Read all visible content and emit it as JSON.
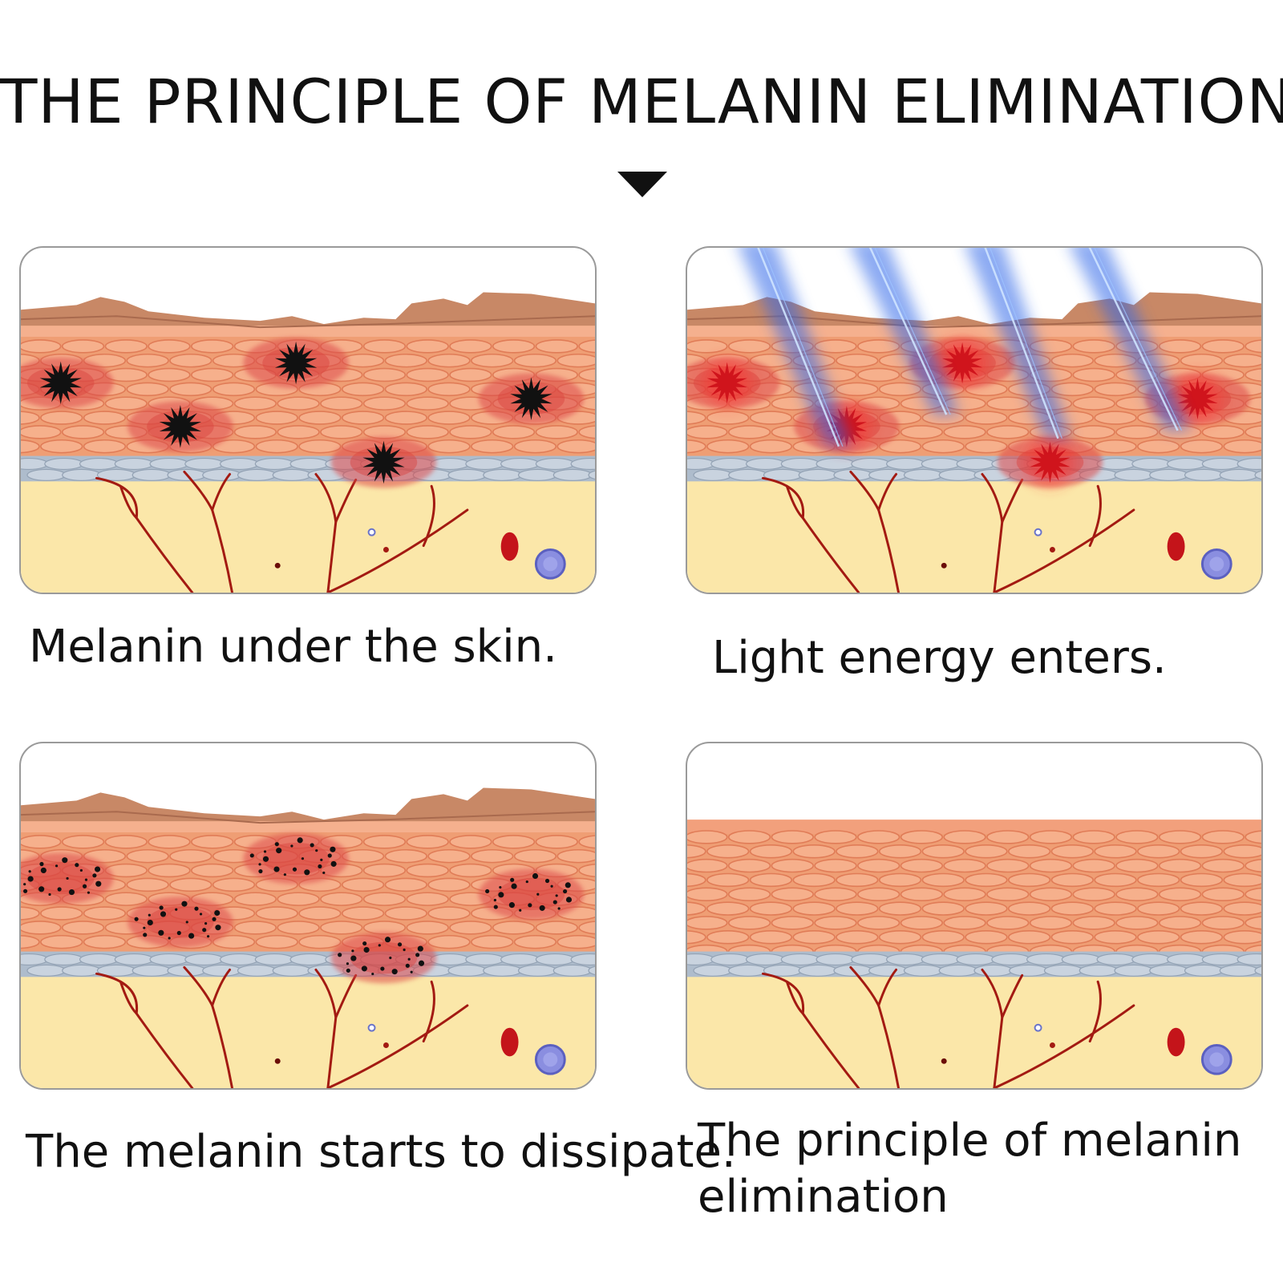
{
  "title": "THE PRINCIPLE OF MELANIN ELIMINATION",
  "panels": [
    {
      "id": "melanin-under-skin",
      "caption": "Melanin under the skin."
    },
    {
      "id": "light-energy-enters",
      "caption": "Light energy enters."
    },
    {
      "id": "melanin-dissipates",
      "caption": "The melanin starts to dissipate."
    },
    {
      "id": "melanin-eliminated",
      "caption": "The principle of melanin elimination"
    }
  ],
  "colors": {
    "dermis": "#fbe7a9",
    "epidermis": "#ef9e74",
    "cell_outline": "#e07c57",
    "stratum_corneum": "#c88866",
    "basal_layer": "#c9d3df",
    "blood_vessel": "#a31a12",
    "melanin_black": "#111111",
    "melanin_heated": "#d0141c",
    "inflamed_zone": "#dd4a4a",
    "light_beam": "#2f66e8",
    "white_cell": "#8a8ee0",
    "red_cell": "#c4141a"
  }
}
